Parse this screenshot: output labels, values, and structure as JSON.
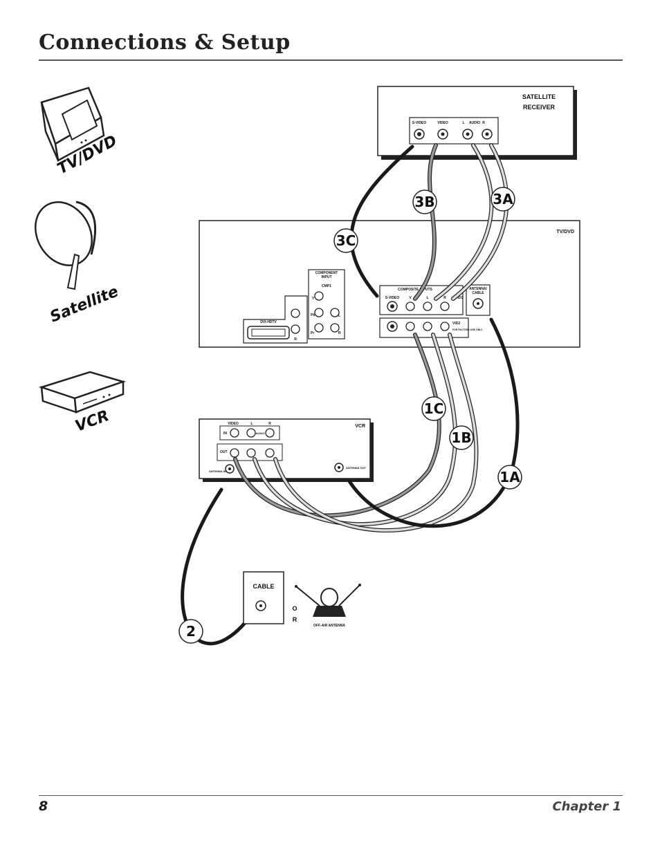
{
  "header": {
    "title": "Connections & Setup"
  },
  "footer": {
    "page_number": "8",
    "chapter": "Chapter 1"
  },
  "icons": {
    "tv_dvd": {
      "label": "TV/DVD",
      "icon": "tv-icon"
    },
    "satellite": {
      "label": "Satellite",
      "icon": "satellite-dish-icon"
    },
    "vcr": {
      "label": "VCR",
      "icon": "vcr-icon"
    }
  },
  "satellite_receiver": {
    "title_line1": "SATELLITE",
    "title_line2": "RECEIVER",
    "jacks": {
      "svideo": "S-VIDEO",
      "video": "VIDEO",
      "l": "L",
      "audio": "AUDIO",
      "r": "R"
    }
  },
  "tv_panel": {
    "title": "TV/DVD",
    "component_input_line1": "COMPONENT",
    "component_input_line2": "INPUT",
    "cmp1": "CMP1",
    "y": "Y",
    "pb": "Pb",
    "pr": "Pr",
    "l": "L",
    "r": "R",
    "dvi": "DVI-HDTV",
    "composite_inputs": "COMPOSITE INPUTS",
    "svideo": "S-VIDEO",
    "v": "V",
    "vid1": "VID1",
    "vid2": "VID2",
    "factory": "FOR FACTORY USE ONLY",
    "antenna_line1": "ANTENNA/",
    "antenna_line2": "CABLE"
  },
  "vcr_panel": {
    "title": "VCR",
    "in": "IN",
    "out": "OUT",
    "video": "VIDEO",
    "l": "L",
    "r": "R",
    "audio": "AUDIO",
    "antenna_in": "ANTENNA IN",
    "antenna_out": "ANTENNA OUT"
  },
  "steps": [
    "3B",
    "3A",
    "3C",
    "1C",
    "1B",
    "1A",
    "2"
  ],
  "cable_box": {
    "label": "CABLE"
  },
  "or_text": {
    "o": "O",
    "r": "R"
  },
  "antenna": {
    "label": "OFF-AIR ANTENNA"
  }
}
